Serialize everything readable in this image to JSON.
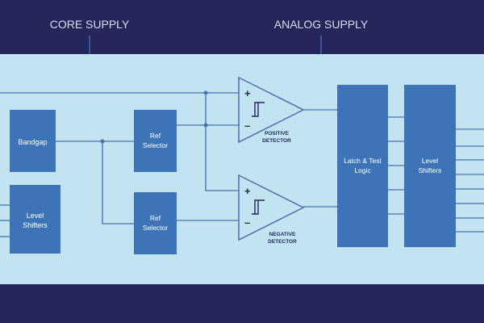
{
  "header": {
    "core_supply": "CORE SUPPLY",
    "analog_supply": "ANALOG SUPPLY"
  },
  "blocks": {
    "bandgap": "Bandgap",
    "ref_selector_top": [
      "Ref",
      "Selector"
    ],
    "ref_selector_bottom": [
      "Ref",
      "Selector"
    ],
    "level_shifters_left": [
      "Level",
      "Shifters"
    ],
    "latch_test_logic": [
      "Latch & Test",
      "Logic"
    ],
    "level_shifters_right": [
      "Level",
      "Shifters"
    ]
  },
  "comparators": {
    "positive": {
      "plus": "+",
      "minus": "–",
      "label": [
        "POSITIVE",
        "DETECTOR"
      ]
    },
    "negative": {
      "plus": "+",
      "minus": "–",
      "label": [
        "NEGATIVE",
        "DETECTOR"
      ]
    }
  },
  "colors": {
    "bar": "#26265a",
    "panel": "#c2e4f0",
    "block": "#3d74b8",
    "wire": "#4a6fb0",
    "block_text": "#ffffff",
    "header_text": "#d8dcf0",
    "detector_text": "#26265a"
  }
}
